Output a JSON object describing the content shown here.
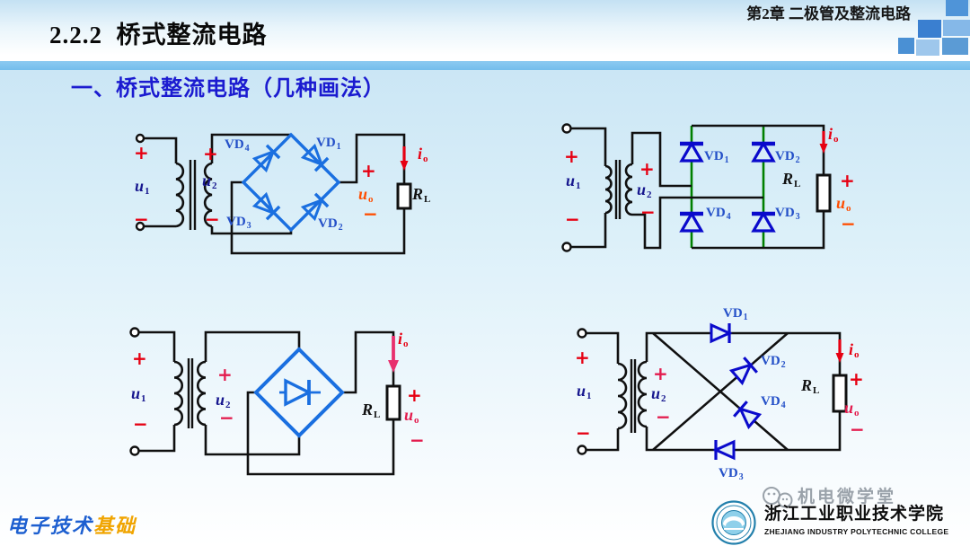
{
  "header": {
    "section_title": "2.2.2  桥式整流电路",
    "chapter_title": "第2章 二极管及整流电路"
  },
  "heading": "一、桥式整流电路（几种画法）",
  "labels": {
    "plus": "+",
    "minus": "−",
    "u1": {
      "base": "u",
      "sub": "1"
    },
    "u2": {
      "base": "u",
      "sub": "2"
    },
    "uo": {
      "base": "u",
      "sub": "o"
    },
    "io": {
      "base": "i",
      "sub": "o"
    },
    "rl": {
      "base": "R",
      "sub": "L"
    },
    "vd1": {
      "base": "VD",
      "sub": "1"
    },
    "vd2": {
      "base": "VD",
      "sub": "2"
    },
    "vd3": {
      "base": "VD",
      "sub": "3"
    },
    "vd4": {
      "base": "VD",
      "sub": "4"
    }
  },
  "footer": {
    "course_blue": "电子技术",
    "course_orange": "基础",
    "wechat_account": "机电微学堂",
    "college_cn": "浙江工业职业技术学院",
    "college_en": "ZHEJIANG INDUSTRY POLYTECHNIC COLLEGE"
  },
  "colors": {
    "bridge_blue": "#1a6fe0",
    "diode_navy": "#0a0acc",
    "green_wire": "#008000",
    "wire_black": "#101010",
    "label_navy": "#16168e",
    "vd_label_blue": "#2450c8",
    "red": "#e60012",
    "orange_uo": "#ff4d00",
    "crimson_uo": "#e31b4d",
    "magenta_arrow": "#e8306e",
    "heading_blue": "#1b1bd0",
    "strip_blue": "#7fc4ee"
  }
}
